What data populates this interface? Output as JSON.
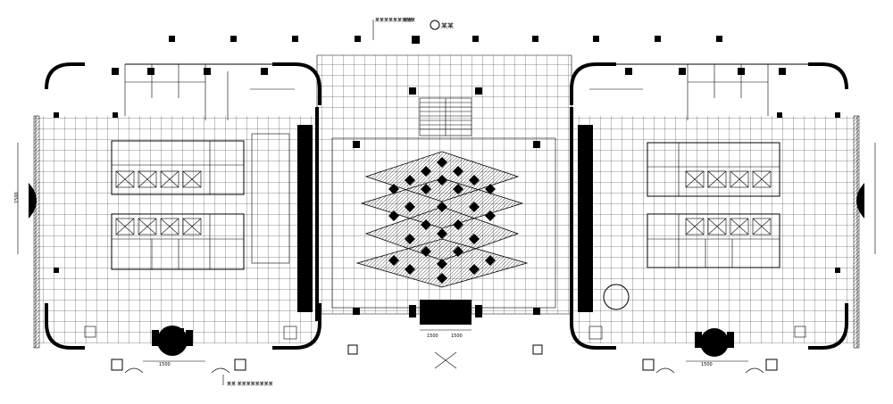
{
  "drawing": {
    "top_label_1": "某某某某某某某某某",
    "top_label_2": "某某",
    "top_callout": "某某",
    "bottom_note": "某某  某某某某某某某某",
    "dim_bottom_1": "1500",
    "dim_bottom_2": "1500",
    "dim_bottom_3": "1500",
    "dim_bottom_4": "1500",
    "dim_left": "1500"
  },
  "colors": {
    "line": "#000000",
    "background": "#ffffff"
  }
}
